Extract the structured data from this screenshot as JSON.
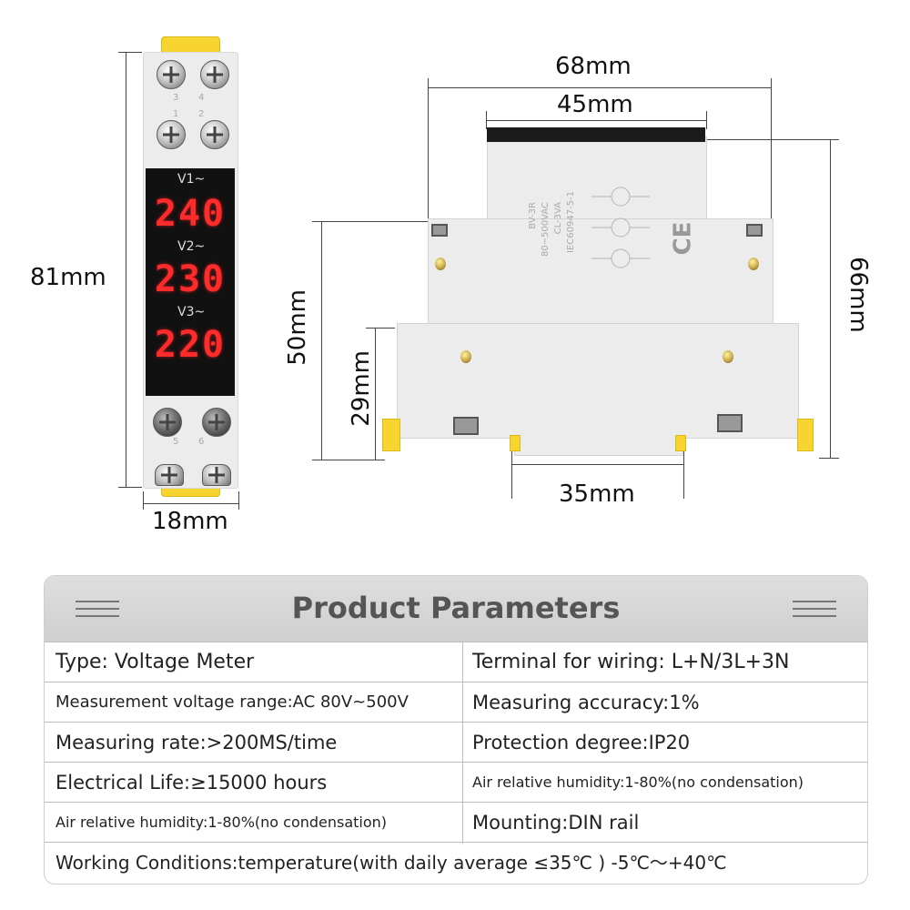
{
  "front_view": {
    "height_label": "81mm",
    "width_label": "18mm",
    "terminal_numbers": [
      "3",
      "4",
      "1",
      "2",
      "5",
      "6"
    ],
    "channels": [
      {
        "label": "V1~",
        "reading": "240"
      },
      {
        "label": "V2~",
        "reading": "230"
      },
      {
        "label": "V3~",
        "reading": "220"
      }
    ]
  },
  "side_view": {
    "total_width_label": "68mm",
    "top_width_label": "45mm",
    "rail_width_label": "35mm",
    "height_50_label": "50mm",
    "height_29_label": "29mm",
    "height_66_label": "66mm",
    "product_text": [
      "BV-3R",
      "80~500VAC",
      "CL-3VA",
      "IEC60947-5-1"
    ],
    "ce_mark": "CE"
  },
  "params": {
    "title": "Product Parameters",
    "rows": [
      {
        "left": "Type: Voltage Meter",
        "right": "Terminal for wiring: L+N/3L+3N"
      },
      {
        "left": "Measurement voltage range:AC 80V~500V",
        "right": "Measuring accuracy:1%"
      },
      {
        "left": "Measuring rate:>200MS/time",
        "right": "Protection degree:IP20"
      },
      {
        "left": "Electrical Life:≥15000 hours",
        "right": "Air relative humidity:1-80%(no condensation)"
      },
      {
        "left": "Air relative humidity:1-80%(no condensation)",
        "right": "Mounting:DIN rail"
      }
    ],
    "footer": "Working Conditions:temperature(with daily average ≤35℃ ) -5℃～+40℃"
  },
  "colors": {
    "display_digits": "#ff2a2a",
    "clip_yellow": "#f7d430",
    "header_gray": "#d6d6d6"
  }
}
